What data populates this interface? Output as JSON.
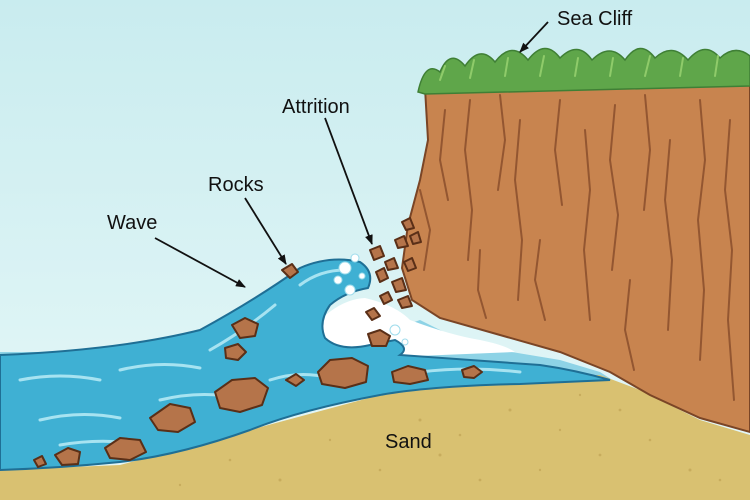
{
  "labels": {
    "sea_cliff": "Sea Cliff",
    "attrition": "Attrition",
    "rocks": "Rocks",
    "wave": "Wave",
    "sand": "Sand"
  },
  "colors": {
    "sky": "#cdeef0",
    "cliff": "#c8844f",
    "cliff_dark": "#8a4f2c",
    "grass": "#5fa64a",
    "sea": "#3fb0d3",
    "sea_light": "#8fd8ea",
    "sand": "#d9c171",
    "rock": "#b5744a",
    "foam": "#ffffff"
  }
}
